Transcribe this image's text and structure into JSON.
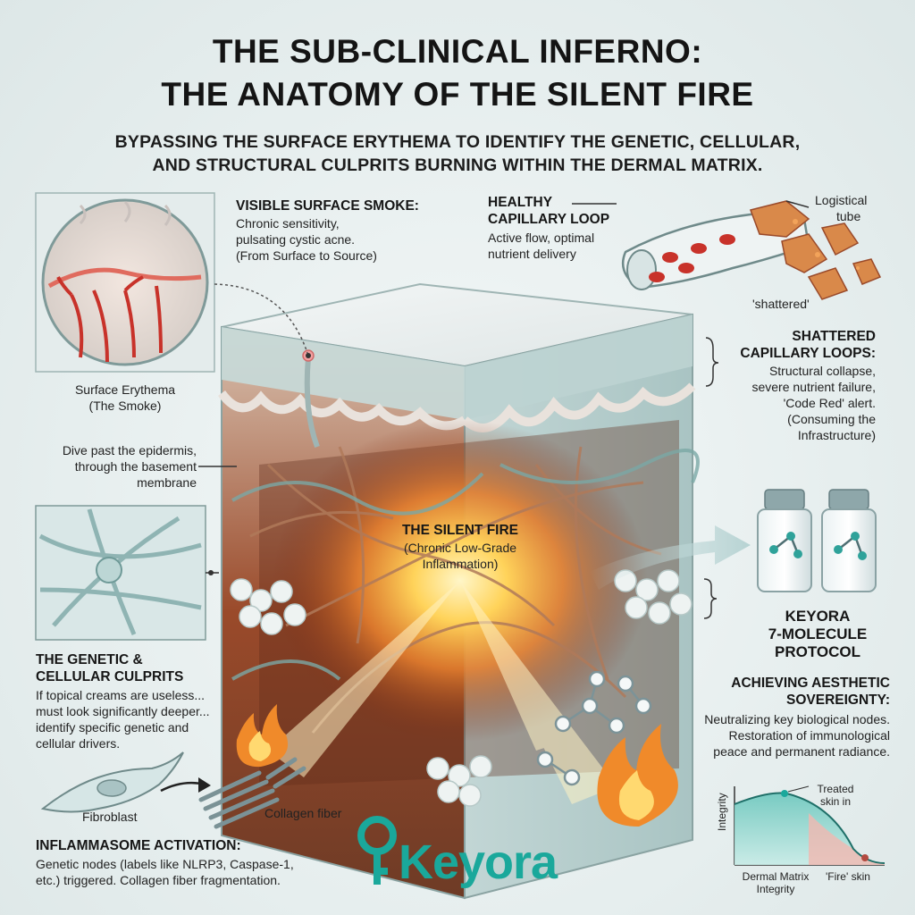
{
  "header": {
    "title_line1": "THE SUB-CLINICAL INFERNO:",
    "title_line2": "THE ANATOMY OF THE SILENT FIRE",
    "subtitle_line1": "BYPASSING THE SURFACE ERYTHEMA TO IDENTIFY THE GENETIC, CELLULAR,",
    "subtitle_line2": "AND STRUCTURAL CULPRITS BURNING WITHIN THE DERMAL MATRIX."
  },
  "surface_smoke": {
    "heading": "VISIBLE SURFACE SMOKE:",
    "line1": "Chronic sensitivity,",
    "line2": "pulsating cystic acne.",
    "line3": "(From Surface to Source)"
  },
  "surface_erythema": {
    "line1": "Surface Erythema",
    "line2": "(The Smoke)"
  },
  "dive": {
    "line1": "Dive past the epidermis,",
    "line2": "through the basement",
    "line3": "membrane"
  },
  "healthy_capillary": {
    "heading1": "HEALTHY",
    "heading2": "CAPILLARY LOOP",
    "line1": "Active flow, optimal",
    "line2": "nutrient delivery",
    "tube_label1": "Logistical",
    "tube_label2": "tube",
    "shattered_label": "'shattered'"
  },
  "shattered_capillary": {
    "heading1": "SHATTERED",
    "heading2": "CAPILLARY LOOPS:",
    "line1": "Structural collapse,",
    "line2": "severe nutrient failure,",
    "line3": "'Code Red' alert.",
    "line4": "(Consuming the",
    "line5": "Infrastructure)"
  },
  "silent_fire": {
    "heading": "THE SILENT FIRE",
    "line1": "(Chronic Low-Grade",
    "line2": "Inflammation)"
  },
  "protocol": {
    "line1": "KEYORA",
    "line2": "7-MOLECULE",
    "line3": "PROTOCOL"
  },
  "sovereignty": {
    "heading1": "ACHIEVING AESTHETIC",
    "heading2": "SOVEREIGNTY:",
    "line1": "Neutralizing key biological nodes.",
    "line2": "Restoration of immunological",
    "line3": "peace and permanent radiance."
  },
  "culprits": {
    "heading1": "THE GENETIC &",
    "heading2": "CELLULAR CULPRITS",
    "line1": "If topical creams are useless...",
    "line2": "must look significantly deeper...",
    "line3": "identify specific genetic and",
    "line4": "cellular drivers."
  },
  "fibroblast_label": "Fibroblast",
  "collagen_label": "Collagen fiber",
  "inflammasome": {
    "heading": "INFLAMMASOME ACTIVATION:",
    "line1": "Genetic nodes (labels like NLRP3, Caspase-1,",
    "line2": "etc.) triggered. Collagen fiber fragmentation."
  },
  "brand": {
    "logo_text": "Keyora"
  },
  "chart": {
    "ylabel": "Integrity",
    "xlabel1": "Dermal Matrix",
    "xlabel2": "Integrity",
    "fire_label": "'Fire' skin",
    "treated_label1": "Treated",
    "treated_label2": "skin in"
  },
  "colors": {
    "accent_teal": "#1aa89b",
    "fire_orange": "#f59a2a",
    "blood_red": "#c8322a",
    "tissue_teal": "#8fb8b6"
  },
  "icons": [
    "magnifier-circle-icon",
    "capillary-tube-icon",
    "vial-icon",
    "flame-icon",
    "molecule-icon",
    "arrow-icon",
    "fibroblast-icon",
    "collagen-fiber-icon",
    "key-logo-icon"
  ]
}
